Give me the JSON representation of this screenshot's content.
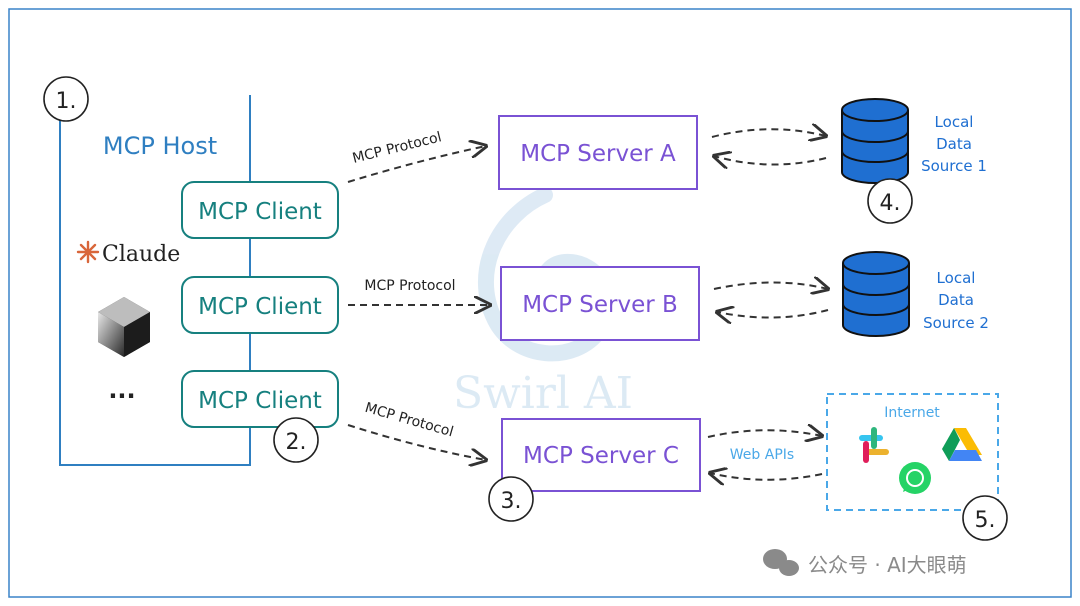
{
  "host": {
    "title": "MCP Host",
    "claude_label": "Claude",
    "more_label": "...",
    "step": "1."
  },
  "clients": [
    {
      "label": "MCP Client"
    },
    {
      "label": "MCP Client"
    },
    {
      "label": "MCP Client",
      "step": "2."
    }
  ],
  "protocol_label": "MCP Protocol",
  "servers": [
    {
      "label": "MCP Server A"
    },
    {
      "label": "MCP Server B"
    },
    {
      "label": "MCP Server C",
      "step": "3."
    }
  ],
  "data_sources": [
    {
      "line1": "Local",
      "line2": "Data",
      "line3": "Source 1",
      "step": "4."
    },
    {
      "line1": "Local",
      "line2": "Data",
      "line3": "Source 2"
    }
  ],
  "internet": {
    "title": "Internet",
    "api_label": "Web APIs",
    "step": "5."
  },
  "watermark": "Swirl AI",
  "footer": {
    "text": "公众号 · AI大眼萌"
  },
  "colors": {
    "host_blue": "#2f7fc1",
    "client_teal": "#16807f",
    "server_purple": "#7a52d4",
    "db_blue": "#1f6fd1",
    "internet_blue": "#4aa8e8",
    "frame_blue": "#3a83c9"
  }
}
